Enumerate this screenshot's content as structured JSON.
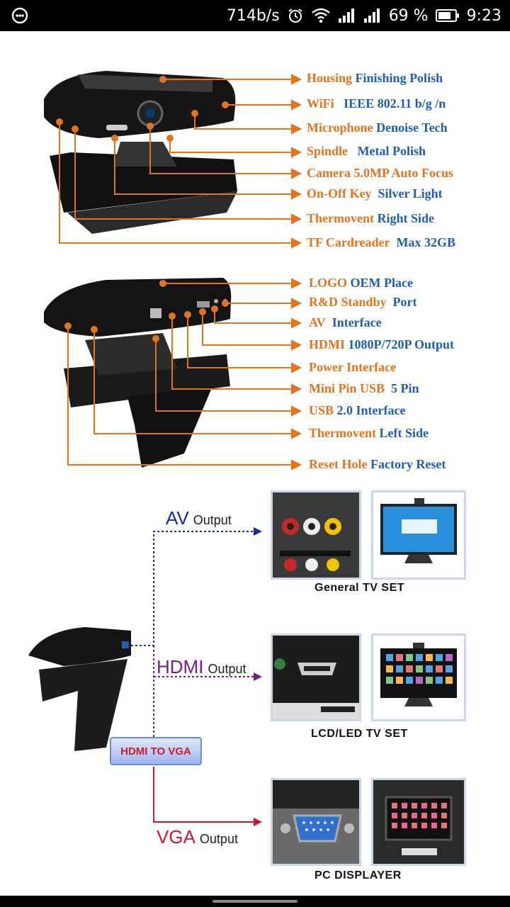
{
  "status_bar": {
    "speed": "714b/s",
    "battery": "69 %",
    "time": "9:23",
    "icons": [
      "notification-icon",
      "alarm-icon",
      "wifi-icon",
      "signal-icon",
      "signal-icon-2",
      "battery-icon"
    ]
  },
  "diagram": {
    "top_callouts": [
      {
        "orange": "Housing",
        "blue": "Finishing Polish"
      },
      {
        "orange": "WiFi",
        "blue": "IEEE 802.11 b/g /n"
      },
      {
        "orange": "Microphone",
        "blue": "Denoise Tech"
      },
      {
        "orange": "Spindle",
        "blue": "Metal Polish"
      },
      {
        "orange": "Camera 5.0MP Auto Focus",
        "blue": ""
      },
      {
        "orange": "On-Off Key",
        "blue": "Silver Light"
      },
      {
        "orange": "Thermovent",
        "blue": "Right Side"
      },
      {
        "orange": "TF Cardreader",
        "blue": "Max 32GB"
      }
    ],
    "back_callouts": [
      {
        "orange": "LOGO",
        "blue": "OEM Place"
      },
      {
        "orange": "R&D Standby",
        "blue": "Port"
      },
      {
        "orange": "AV",
        "blue": "Interface"
      },
      {
        "orange": "HDMI",
        "blue": "1080P/720P Output"
      },
      {
        "orange": "Power Interface",
        "blue": ""
      },
      {
        "orange": "Mini Pin USB",
        "blue": "5 Pin"
      },
      {
        "orange": "USB",
        "blue": "2.0 Interface"
      },
      {
        "orange": "Thermovent",
        "blue": "Left Side"
      },
      {
        "orange": "Reset Hole",
        "blue": "Factory Reset"
      }
    ],
    "outputs": [
      {
        "big": "AV",
        "small": "Output",
        "caption": "General TV SET",
        "color": "#1a2a9a"
      },
      {
        "big": "HDMI",
        "small": "Output",
        "caption": "LCD/LED TV SET",
        "color": "#7a1a88"
      },
      {
        "big": "VGA",
        "small": "Output",
        "caption": "PC  DISPLAYER",
        "color": "#d0182a"
      }
    ],
    "converter_label": "HDMI TO VGA"
  }
}
